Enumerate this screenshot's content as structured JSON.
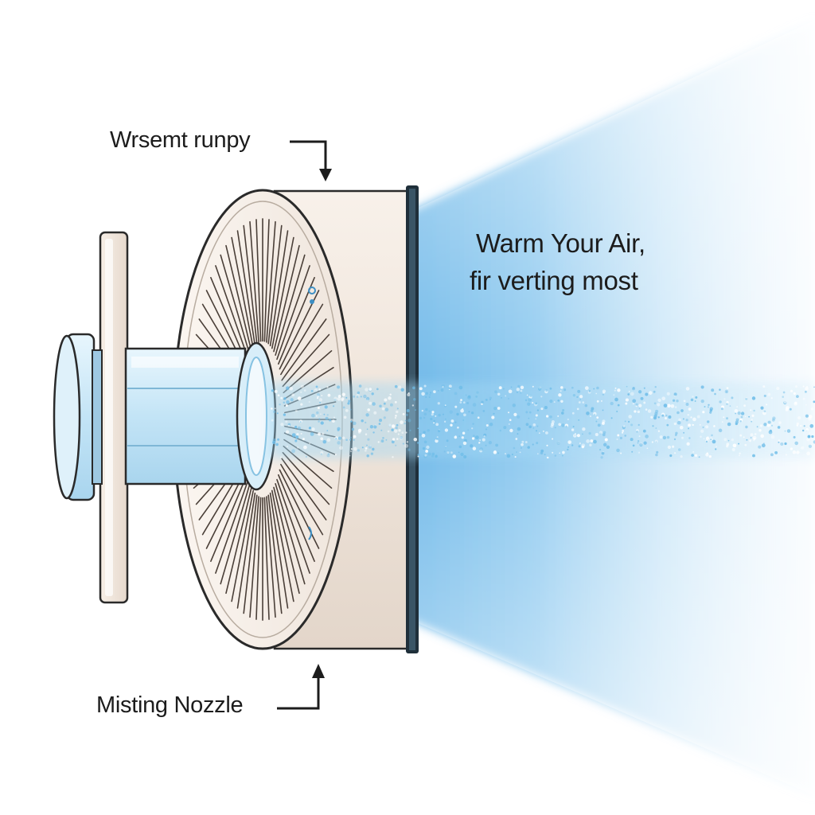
{
  "labels": {
    "top_callout": "Wrsemt runpy",
    "bottom_callout": "Misting Nozzle"
  },
  "caption": {
    "line1": "Warm Your Air,",
    "line2": "fir verting most"
  },
  "colors": {
    "background": "#ffffff",
    "air_beam": "#5ab0e6",
    "mist": "#7cc6ee",
    "fan_housing": "#f3ebe2",
    "outline": "#2a2a2a",
    "nozzle": "#cfe9f7"
  },
  "icons": [
    "fan-housing",
    "misting-nozzle",
    "mounting-plate",
    "spray-mist",
    "air-beam",
    "arrow-down",
    "arrow-up"
  ]
}
